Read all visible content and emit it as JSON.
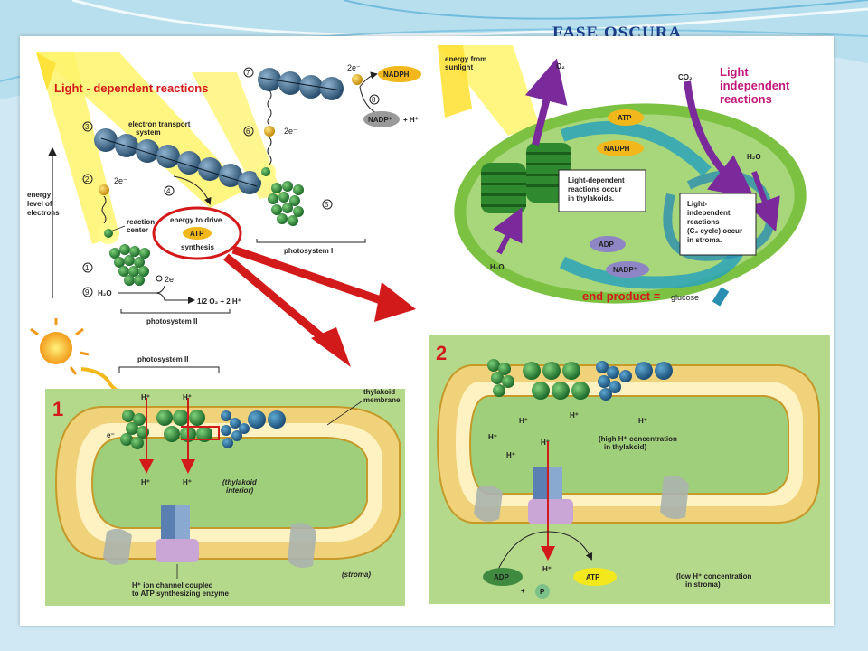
{
  "slide_title": "FASE OSCURA",
  "top_left": {
    "heading": "Light - dependent reactions",
    "energy_axis": [
      "energy",
      "level of",
      "electrons"
    ],
    "reaction_center": [
      "reaction",
      "center"
    ],
    "ets": [
      "electron transport",
      "system"
    ],
    "energy_to_drive": "energy to drive",
    "atp": "ATP",
    "synthesis": "synthesis",
    "photosystem_i": "photosystem I",
    "photosystem_ii": "photosystem II",
    "nadph": "NADPH",
    "nadp": "NADP⁺",
    "plus_h": "+  H⁺",
    "two_e": "2e⁻",
    "h2o": "H₂O",
    "products": "1/2 O₂ + 2 H⁺",
    "steps": [
      "1",
      "2",
      "3",
      "4",
      "5",
      "6",
      "7",
      "8",
      "9"
    ]
  },
  "top_right": {
    "sunlight": [
      "energy from",
      "sunlight"
    ],
    "o2": "O₂",
    "co2": "CO₂",
    "heading": [
      "Light",
      "independent",
      "reactions"
    ],
    "atp": "ATP",
    "nadph": "NADPH",
    "adp": "ADP",
    "nadp": "NADP⁺",
    "h2o_right": "H₂O",
    "h2o_left": "H₂O",
    "thylakoid_box": [
      "Light-dependent",
      "reactions occur",
      "in thylakoids."
    ],
    "stroma_box": [
      "Light-",
      "independent",
      "reactions",
      "(C₃ cycle) occur",
      "in stroma."
    ],
    "end_product": "end product =",
    "glucose": "glucose"
  },
  "bottom_left": {
    "number": "1",
    "photosystem_ii": "photosystem II",
    "thylakoid_membrane": [
      "thylakoid",
      "membrane"
    ],
    "h_plus": "H⁺",
    "e_minus": "e⁻",
    "interior": [
      "(thylakoid",
      "interior)"
    ],
    "stroma": "(stroma)",
    "channel": [
      "H⁺ ion channel coupled",
      "to ATP synthesizing enzyme"
    ]
  },
  "bottom_right": {
    "number": "2",
    "h_plus": "H⁺",
    "high_conc": [
      "(high H⁺ concentration",
      "in thylakoid)"
    ],
    "low_conc": [
      "(low H⁺ concentration",
      "in stroma)"
    ],
    "adp": "ADP",
    "p": "P",
    "plus": "+",
    "atp": "ATP"
  }
}
